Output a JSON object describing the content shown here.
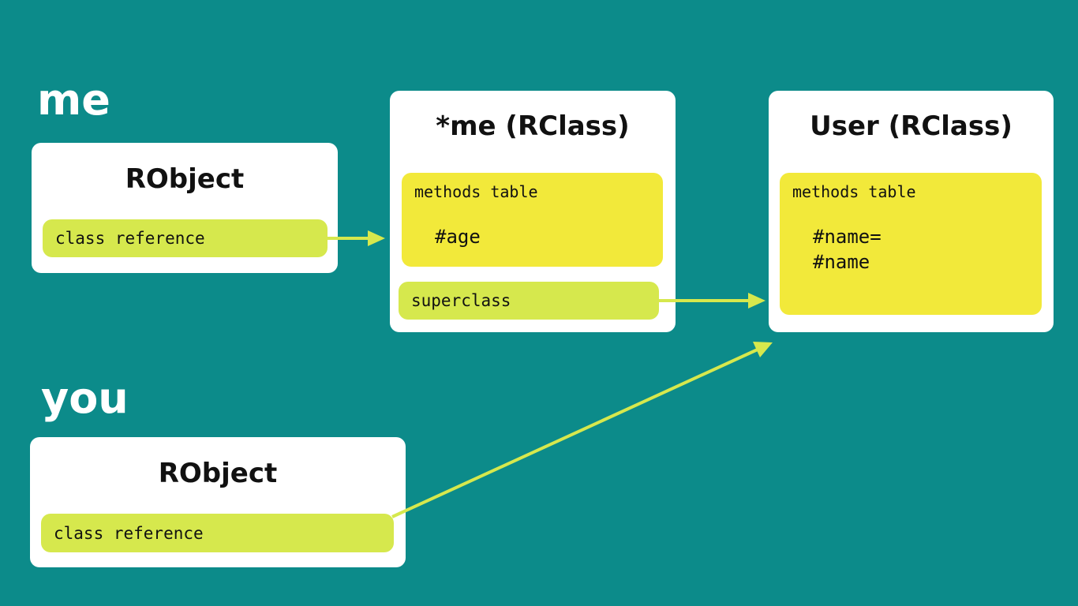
{
  "colors": {
    "background": "#0c8b8a",
    "box": "#ffffff",
    "reference": "#d6e84d",
    "methods": "#f2e93a",
    "arrow": "#d6e84d"
  },
  "me": {
    "label": "me",
    "object_title": "RObject",
    "class_reference": "class reference"
  },
  "you": {
    "label": "you",
    "object_title": "RObject",
    "class_reference": "class reference"
  },
  "singleton": {
    "title": "*me (RClass)",
    "methods_label": "methods table",
    "methods": [
      "#age"
    ],
    "superclass": "superclass"
  },
  "user": {
    "title": "User (RClass)",
    "methods_label": "methods table",
    "methods": [
      "#name=",
      "#name"
    ]
  },
  "arrows": [
    {
      "from": "me.class_reference",
      "to": "singleton"
    },
    {
      "from": "singleton.superclass",
      "to": "user"
    },
    {
      "from": "you.class_reference",
      "to": "user"
    }
  ]
}
